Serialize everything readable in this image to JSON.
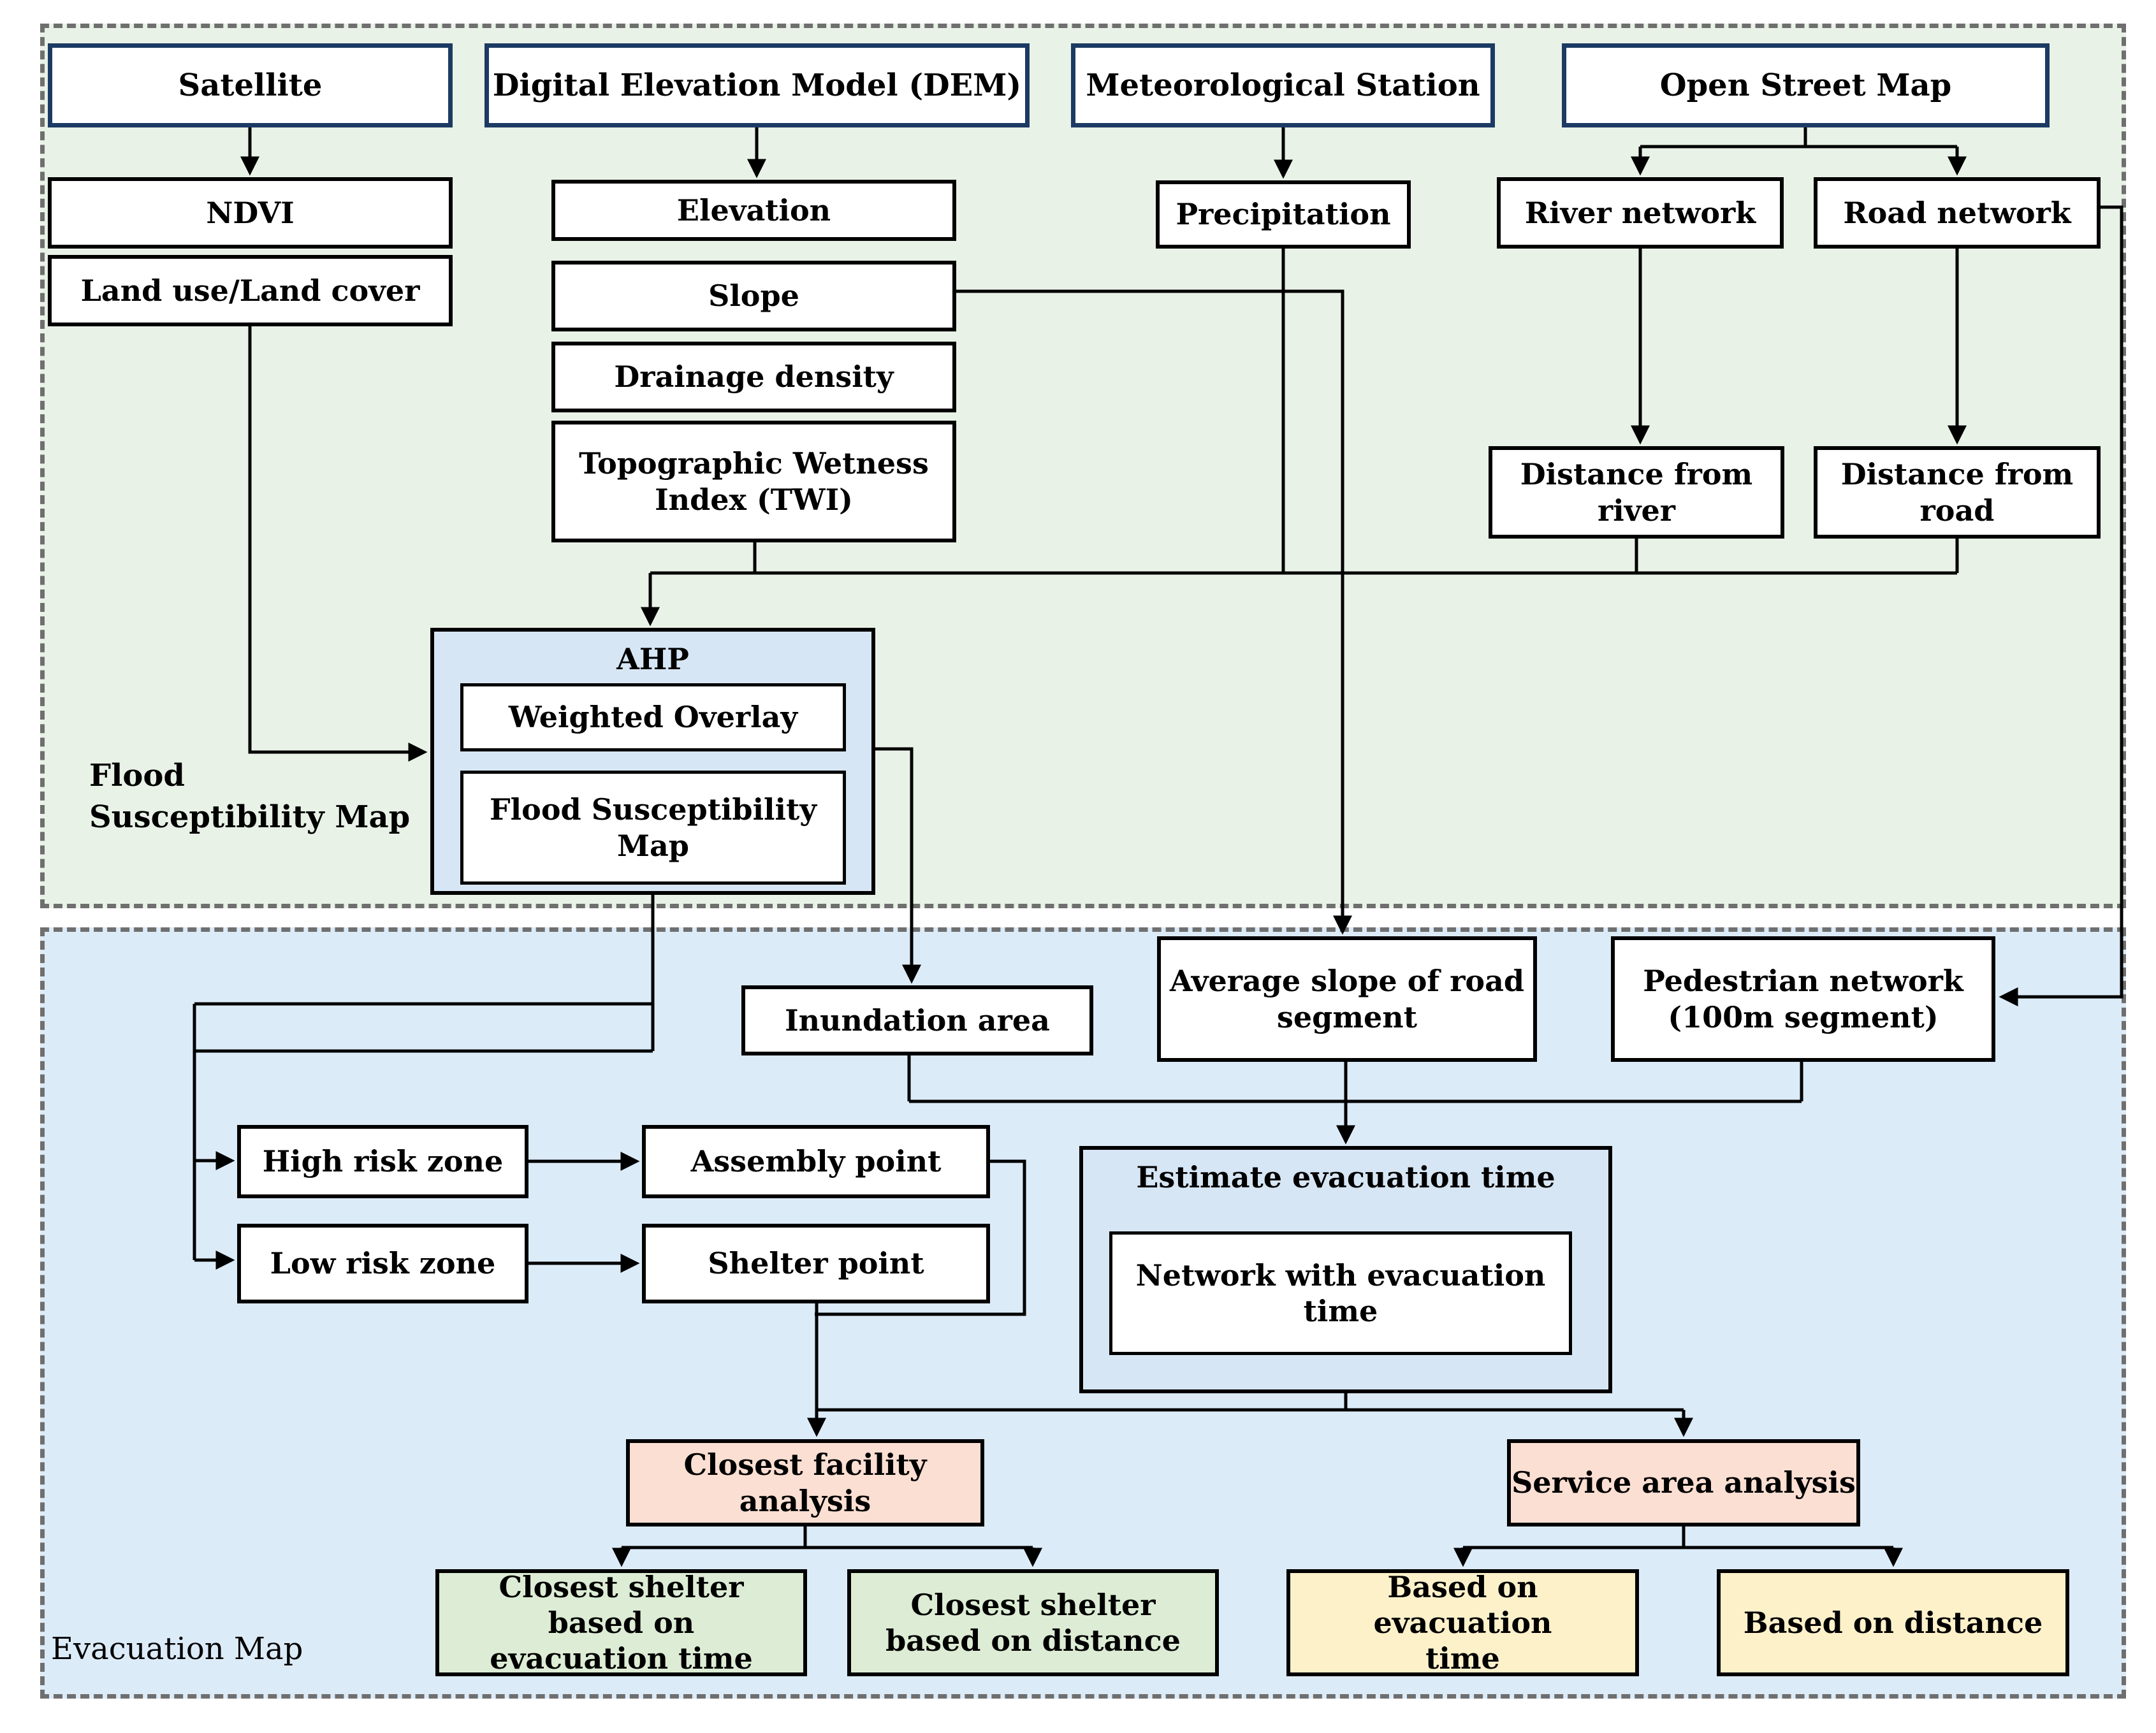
{
  "regions": {
    "flood": {
      "label_line1": "Flood",
      "label_line2": "Susceptibility Map",
      "background": "#e9f2e7"
    },
    "evacuation": {
      "label": "Evacuation Map",
      "background": "#dcebf8"
    }
  },
  "colors": {
    "source_border": "#1c3a63",
    "group_fill": "#d7e6f4",
    "analysis_fill": "#fbdfd2",
    "result_green_fill": "#ddecd4",
    "result_yellow_fill": "#fdf1ca",
    "dashed_border": "#6f6f6f",
    "line": "#000000"
  },
  "nodes": {
    "satellite": {
      "label": "Satellite"
    },
    "dem": {
      "label": "Digital Elevation Model (DEM)"
    },
    "met": {
      "label": "Meteorological Station"
    },
    "osm": {
      "label": "Open Street Map"
    },
    "ndvi": {
      "label": "NDVI"
    },
    "landuse": {
      "label": "Land use/Land cover"
    },
    "elevation": {
      "label": "Elevation"
    },
    "slope": {
      "label": "Slope"
    },
    "drainage": {
      "label": "Drainage density"
    },
    "twi": {
      "label": "Topographic Wetness Index (TWI)"
    },
    "precip": {
      "label": "Precipitation"
    },
    "river": {
      "label": "River network"
    },
    "road": {
      "label": "Road network"
    },
    "distriver": {
      "label": "Distance from river"
    },
    "distroad": {
      "label": "Distance from road"
    },
    "ahp": {
      "label": "AHP"
    },
    "weighted": {
      "label": "Weighted Overlay"
    },
    "fsm": {
      "label": "Flood Susceptibility Map"
    },
    "inundation": {
      "label": "Inundation area"
    },
    "avgslope": {
      "label": "Average slope of road segment"
    },
    "pedestrian": {
      "label": "Pedestrian network (100m segment)"
    },
    "highrisk": {
      "label": "High risk zone"
    },
    "lowrisk": {
      "label": "Low risk zone"
    },
    "assembly": {
      "label": "Assembly point"
    },
    "shelter": {
      "label": "Shelter point"
    },
    "estimate": {
      "label": "Estimate evacuation time"
    },
    "network": {
      "label": "Network with evacuation time"
    },
    "cfa": {
      "label": "Closest facility analysis"
    },
    "service": {
      "label": "Service area analysis"
    },
    "shelter_time": {
      "label": "Closest shelter based on evacuation time"
    },
    "shelter_dist": {
      "label": "Closest shelter based on distance"
    },
    "based_time": {
      "label": "Based on evacuation time"
    },
    "based_dist": {
      "label": "Based on distance"
    }
  }
}
